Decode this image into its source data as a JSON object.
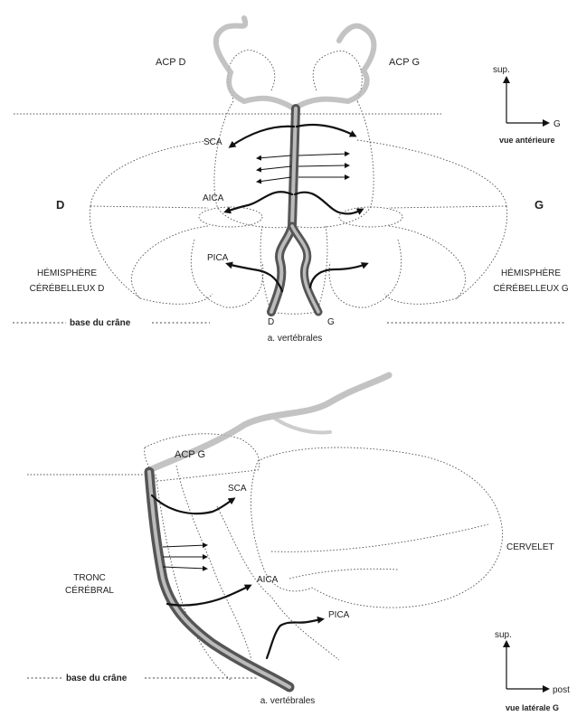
{
  "anterior": {
    "acp_d": "ACP D",
    "acp_g": "ACP G",
    "sca": "SCA",
    "aica": "AICA",
    "pica": "PICA",
    "side_d": "D",
    "side_g": "G",
    "hemi_d_line1": "HÉMISPHÈRE",
    "hemi_d_line2": "CÉRÉBELLEUX D",
    "hemi_g_line1": "HÉMISPHÈRE",
    "hemi_g_line2": "CÉRÉBELLEUX G",
    "base_crane": "base du crâne",
    "vert_d": "D",
    "vert_g": "G",
    "vertebrales": "a. vertébrales",
    "axis_up": "sup.",
    "axis_right": "G",
    "view_label": "vue antérieure"
  },
  "lateral": {
    "acp_g": "ACP G",
    "sca": "SCA",
    "aica": "AICA",
    "pica": "PICA",
    "cervelet": "CERVELET",
    "tronc_line1": "TRONC",
    "tronc_line2": "CÉRÉBRAL",
    "base_crane": "base du crâne",
    "vertebrales": "a. vertébrales",
    "axis_up": "sup.",
    "axis_right": "post",
    "view_label": "vue latérale G"
  }
}
